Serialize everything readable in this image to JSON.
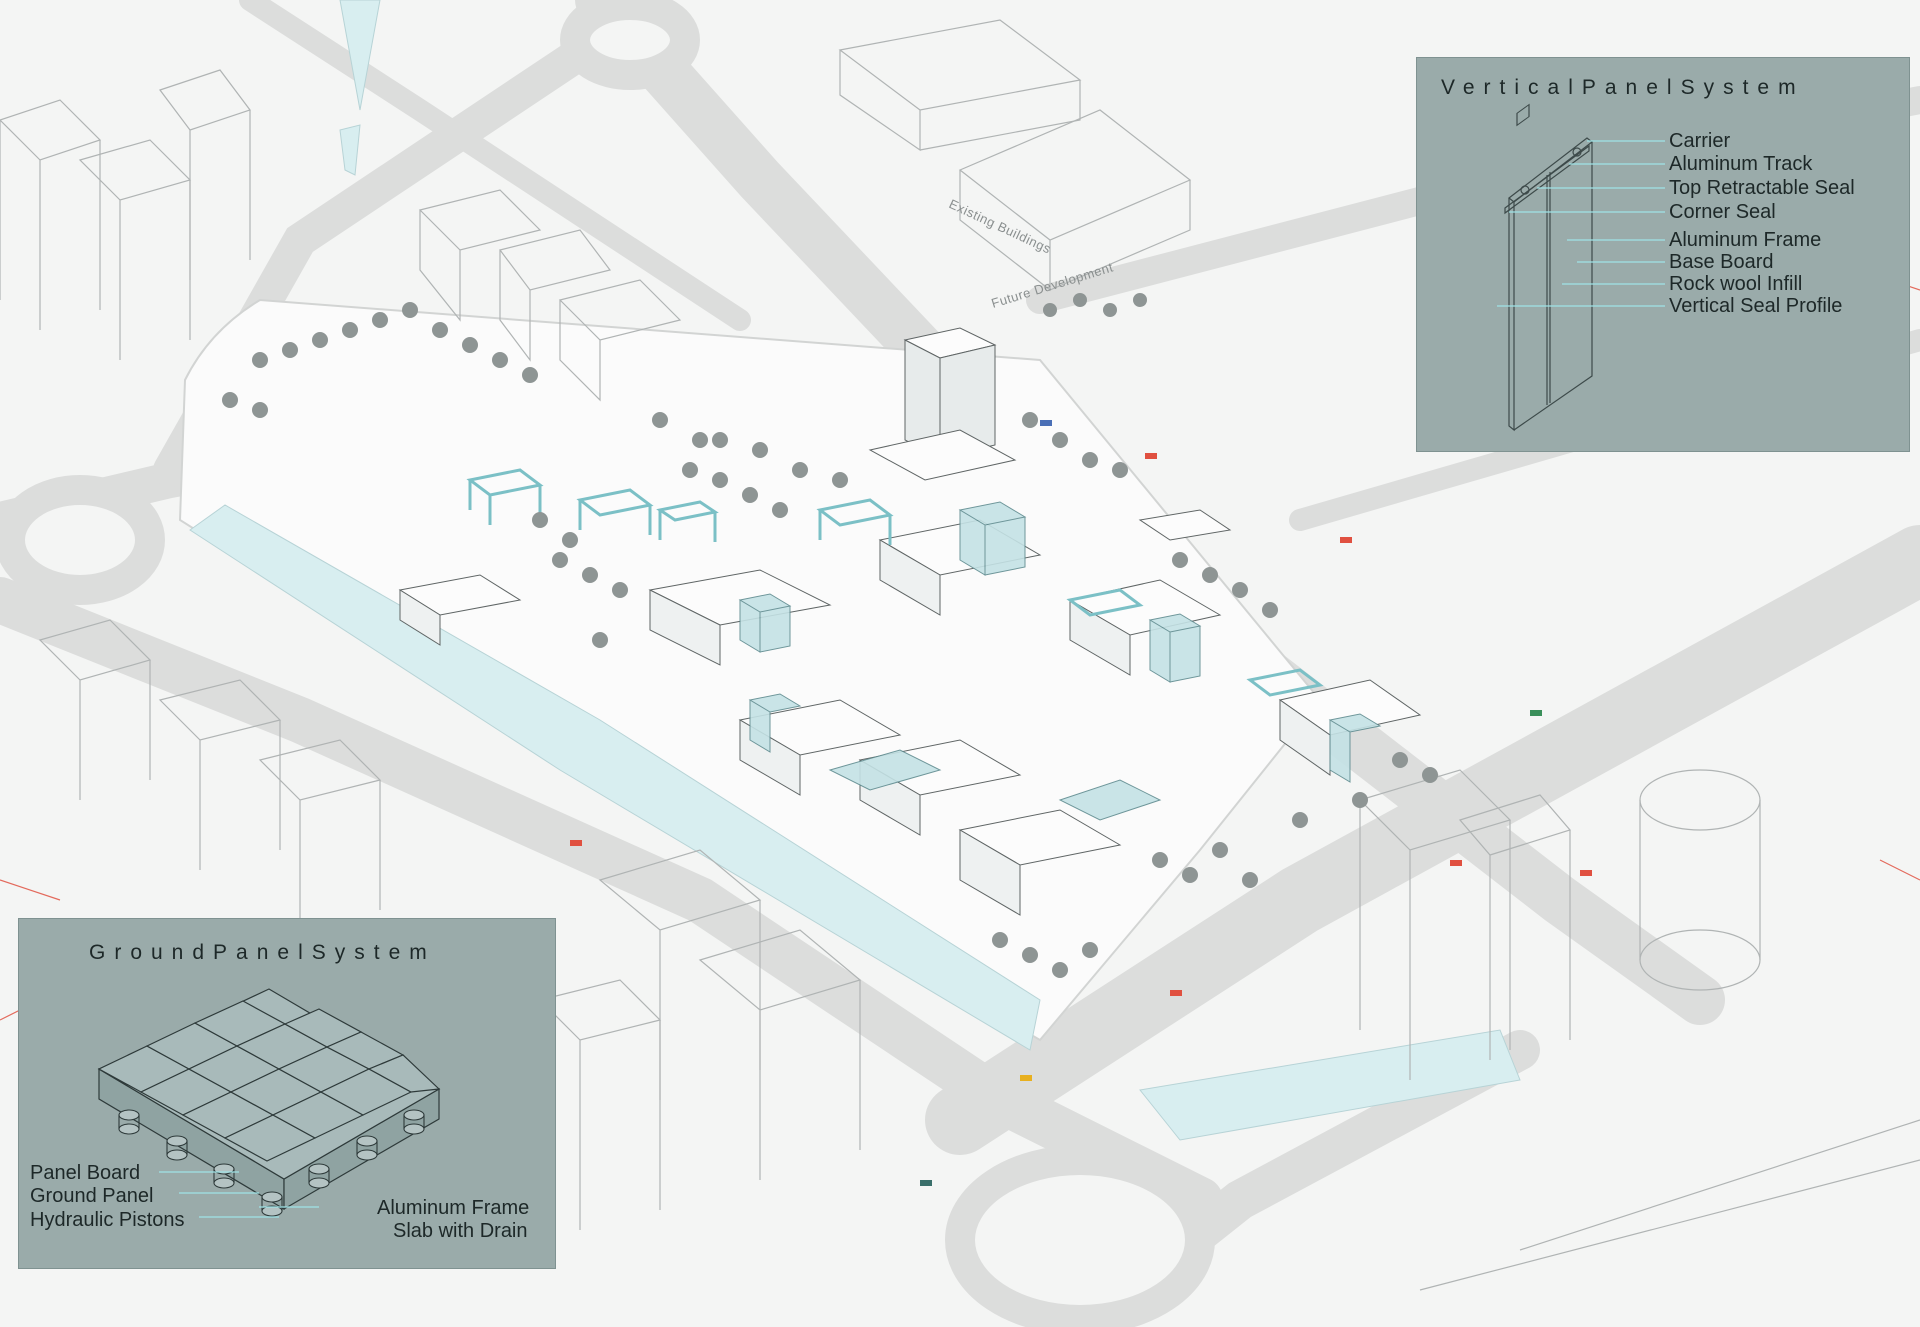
{
  "site_labels": {
    "existing_buildings": "Existing Buildings",
    "future_development": "Future Development"
  },
  "vertical_panel": {
    "title": "VerticalPanelSystem",
    "callouts": [
      "Carrier",
      "Aluminum Track",
      "Top Retractable Seal",
      "Corner Seal",
      "Aluminum Frame",
      "Base Board",
      "Rock wool Infill",
      "Vertical Seal Profile"
    ]
  },
  "ground_panel": {
    "title": "GroundPanelSystem",
    "left_callouts": [
      "Panel Board",
      "Ground Panel",
      "Hydraulic Pistons"
    ],
    "right_callouts": [
      "Aluminum Frame",
      "Slab with Drain"
    ]
  },
  "colors": {
    "background": "#f4f5f4",
    "road": "#dedfde",
    "water": "#d8eef0",
    "glass": "#a9d2d6",
    "tree": "#8f9594",
    "panel": "#9aabaa",
    "leader": "#9fe3e6",
    "accent_red": "#e05040"
  }
}
